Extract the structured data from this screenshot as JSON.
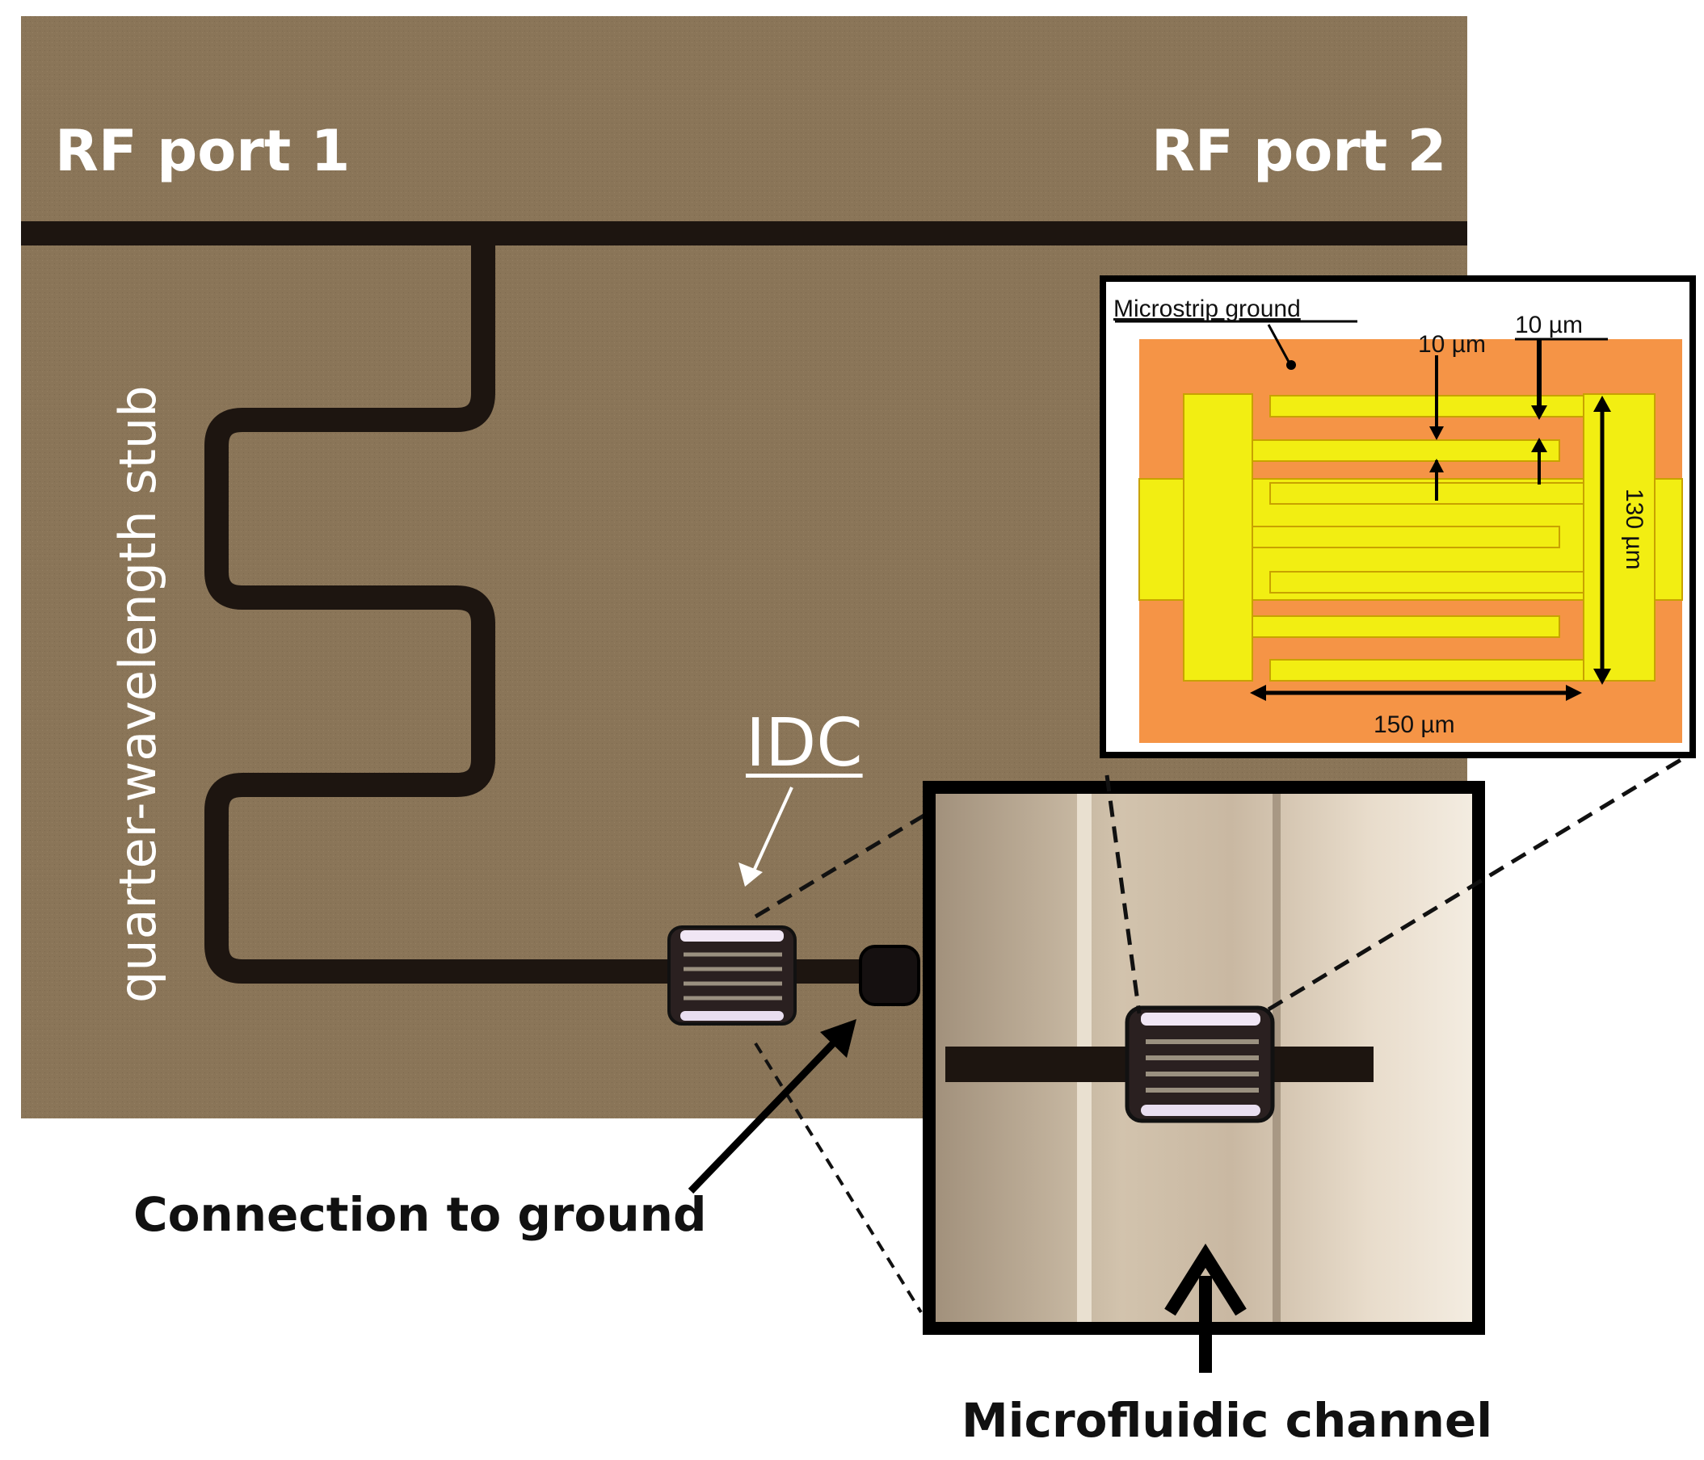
{
  "labels": {
    "rf_port_1": "RF port 1",
    "rf_port_2": "RF port 2",
    "stub": "quarter-wavelength stub",
    "idc": "IDC",
    "connection_to_ground": "Connection to ground",
    "microfluidic_channel": "Microfluidic channel"
  },
  "inset": {
    "ground_label": "Microstrip ground",
    "dim_gap": "10 µm",
    "dim_finger": "10 µm",
    "dim_height": "130 µm",
    "dim_width": "150 µm"
  },
  "colors": {
    "substrate": "#8a7558",
    "trace": "#1d1510",
    "ground_orange": "#f59446",
    "electrode_yellow": "#f2ee12",
    "label_white": "#ffffff"
  }
}
